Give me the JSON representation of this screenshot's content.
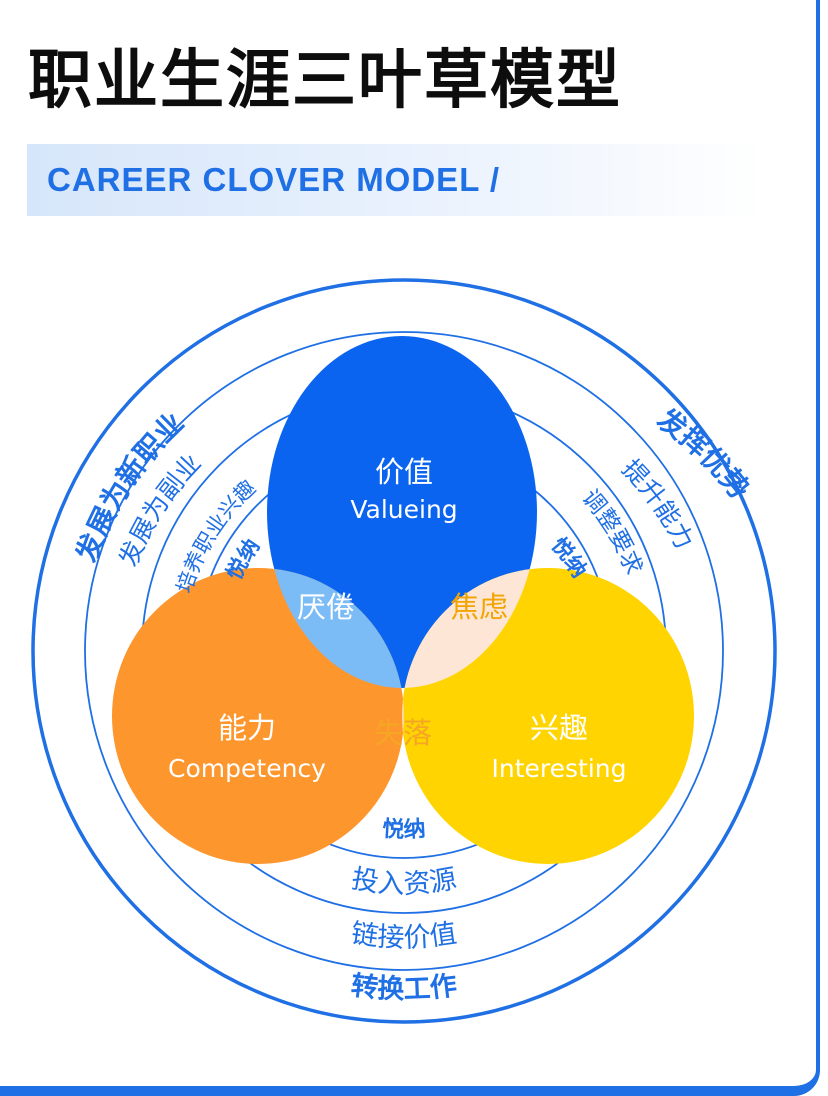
{
  "title": "职业生涯三叶草模型",
  "subtitle": "CAREER CLOVER MODEL /",
  "colors": {
    "blue": "#0a64f0",
    "orange": "#fd962d",
    "yellow": "#ffd400",
    "ring": "#1f6fe5",
    "overlap_blue": "#7cbcf6",
    "overlap_peach": "#fde6d6",
    "overlap_lightorange": "#fbd8a9"
  },
  "leaves": {
    "valueing": {
      "zh": "价值",
      "en": "Valueing"
    },
    "competency": {
      "zh": "能力",
      "en": "Competency"
    },
    "interesting": {
      "zh": "兴趣",
      "en": "Interesting"
    }
  },
  "overlaps": {
    "boredom": "厌倦",
    "anxiety": "焦虑",
    "loss": "失落"
  },
  "rings": {
    "left": [
      "发展为新职业",
      "发展为副业",
      "培养职业兴趣",
      "悦纳"
    ],
    "right": [
      "发挥优势",
      "提升能力",
      "调整要求",
      "悦纳"
    ],
    "bottom": [
      "悦纳",
      "投入资源",
      "链接价值",
      "转换工作"
    ]
  }
}
